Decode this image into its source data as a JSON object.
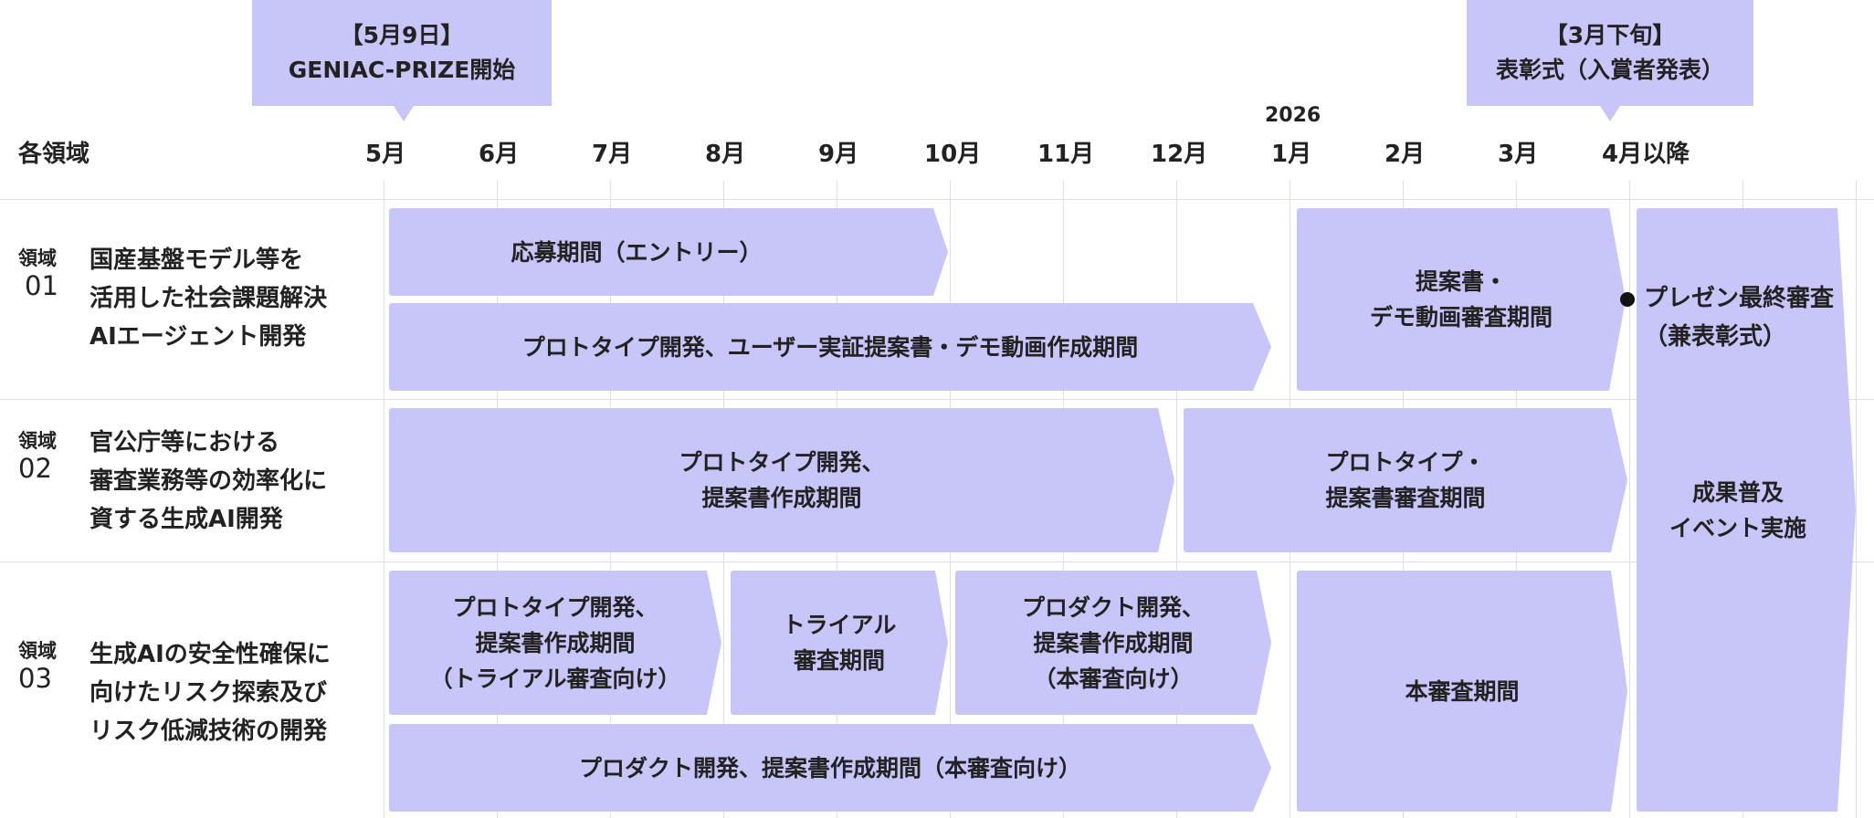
{
  "callouts": {
    "start": {
      "line1": "【5月9日】",
      "line2": "GENIAC-PRIZE開始"
    },
    "award": {
      "line1": "【3月下旬】",
      "line2": "表彰式（入賞者発表）"
    }
  },
  "header": {
    "domain_column": "各領域",
    "year_label": "2026",
    "months": [
      "5月",
      "6月",
      "7月",
      "8月",
      "9月",
      "10月",
      "11月",
      "12月",
      "1月",
      "2月",
      "3月",
      "4月以降"
    ]
  },
  "domains": [
    {
      "tag": "領域",
      "number": "01",
      "lines": [
        "国産基盤モデル等を",
        "活用した社会課題解決",
        "AIエージェント開発"
      ]
    },
    {
      "tag": "領域",
      "number": "02",
      "lines": [
        "官公庁等における",
        "審査業務等の効率化に",
        "資する生成AI開発"
      ]
    },
    {
      "tag": "領域",
      "number": "03",
      "lines": [
        "生成AIの安全性確保に",
        "向けたリスク探索及び",
        "リスク低減技術の開発"
      ]
    }
  ],
  "bars": {
    "d1_entry": [
      "応募期間（エントリー）"
    ],
    "d1_prototype": [
      "プロトタイプ開発、ユーザー実証提案書・デモ動画作成期間"
    ],
    "d1_review": [
      "提案書・",
      "デモ動画審査期間"
    ],
    "d2_prototype": [
      "プロトタイプ開発、",
      "提案書作成期間"
    ],
    "d2_review": [
      "プロトタイプ・",
      "提案書審査期間"
    ],
    "d3_prototype": [
      "プロトタイプ開発、",
      "提案書作成期間",
      "（トライアル審査向け）"
    ],
    "d3_trial": [
      "トライアル",
      "審査期間"
    ],
    "d3_product": [
      "プロダクト開発、",
      "提案書作成期間",
      "（本審査向け）"
    ],
    "d3_main_review": [
      "本審査期間"
    ],
    "d3_product_long": [
      "プロダクト開発、提案書作成期間（本審査向け）"
    ],
    "results": [
      "成果普及",
      "イベント実施"
    ]
  },
  "final_review": {
    "line1": "プレゼン最終審査",
    "line2": "（兼表彰式）"
  },
  "colors": {
    "bar": "#c8c6f9",
    "grid": "#dedede",
    "text": "#222222"
  }
}
